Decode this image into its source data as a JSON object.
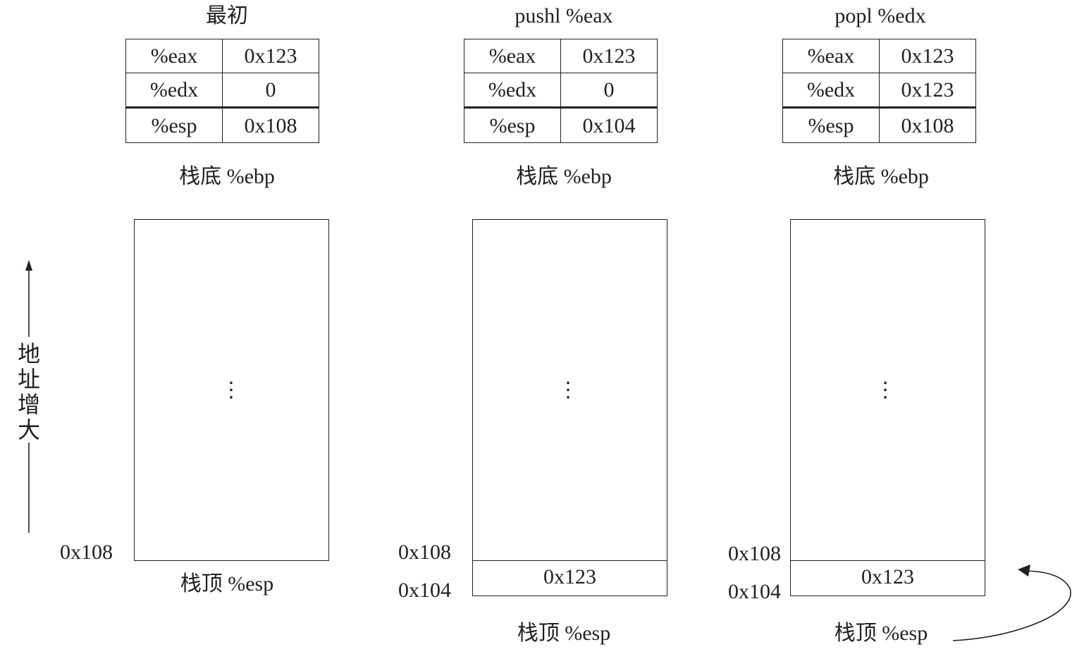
{
  "panels": [
    {
      "title": "最初",
      "registers": [
        {
          "name": "%eax",
          "value": "0x123"
        },
        {
          "name": "%edx",
          "value": "0"
        },
        {
          "name": "%esp",
          "value": "0x108"
        }
      ],
      "stack_bottom_label": "栈底 %ebp",
      "dots": "⋮",
      "cells": [],
      "addresses": [
        "0x108"
      ],
      "stack_top_label": "栈顶 %esp"
    },
    {
      "title": "pushl %eax",
      "registers": [
        {
          "name": "%eax",
          "value": "0x123"
        },
        {
          "name": "%edx",
          "value": "0"
        },
        {
          "name": "%esp",
          "value": "0x104"
        }
      ],
      "stack_bottom_label": "栈底 %ebp",
      "dots": "⋮",
      "cells": [
        "0x123"
      ],
      "addresses": [
        "0x108",
        "0x104"
      ],
      "stack_top_label": "栈顶 %esp"
    },
    {
      "title": "popl %edx",
      "registers": [
        {
          "name": "%eax",
          "value": "0x123"
        },
        {
          "name": "%edx",
          "value": "0x123"
        },
        {
          "name": "%esp",
          "value": "0x108"
        }
      ],
      "stack_bottom_label": "栈底 %ebp",
      "dots": "⋮",
      "cells": [
        "0x123"
      ],
      "addresses": [
        "0x108",
        "0x104"
      ],
      "stack_top_label": "栈顶 %esp"
    }
  ],
  "axis": {
    "label_chars": [
      "地",
      "址",
      "增",
      "大"
    ]
  }
}
